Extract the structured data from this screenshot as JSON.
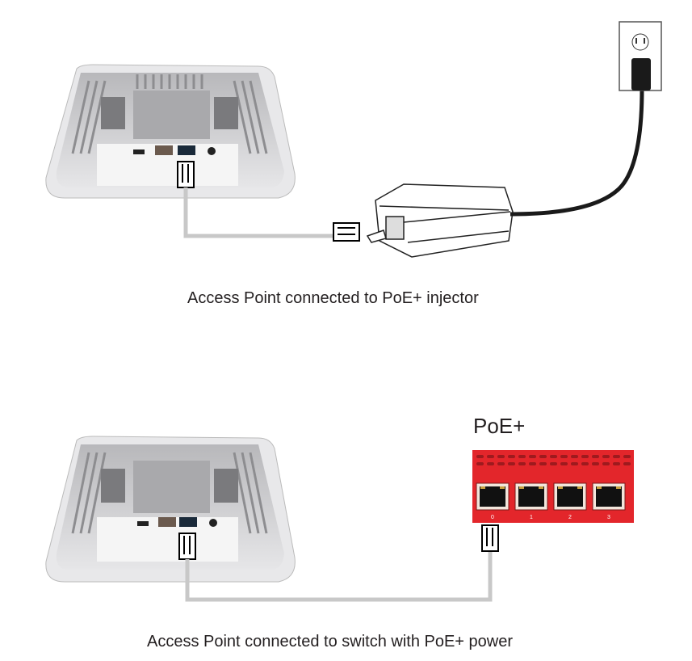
{
  "diagram1": {
    "caption": "Access Point connected to PoE+ injector"
  },
  "diagram2": {
    "caption": "Access Point connected to switch with PoE+ power",
    "switch_label": "PoE+",
    "ports": [
      "0",
      "1",
      "2",
      "3"
    ]
  },
  "colors": {
    "switch_red": "#e3262b",
    "cable_gray": "#c8c8c8",
    "ap_body": "#dcdcdc",
    "power_cable": "#1a1a1a"
  }
}
